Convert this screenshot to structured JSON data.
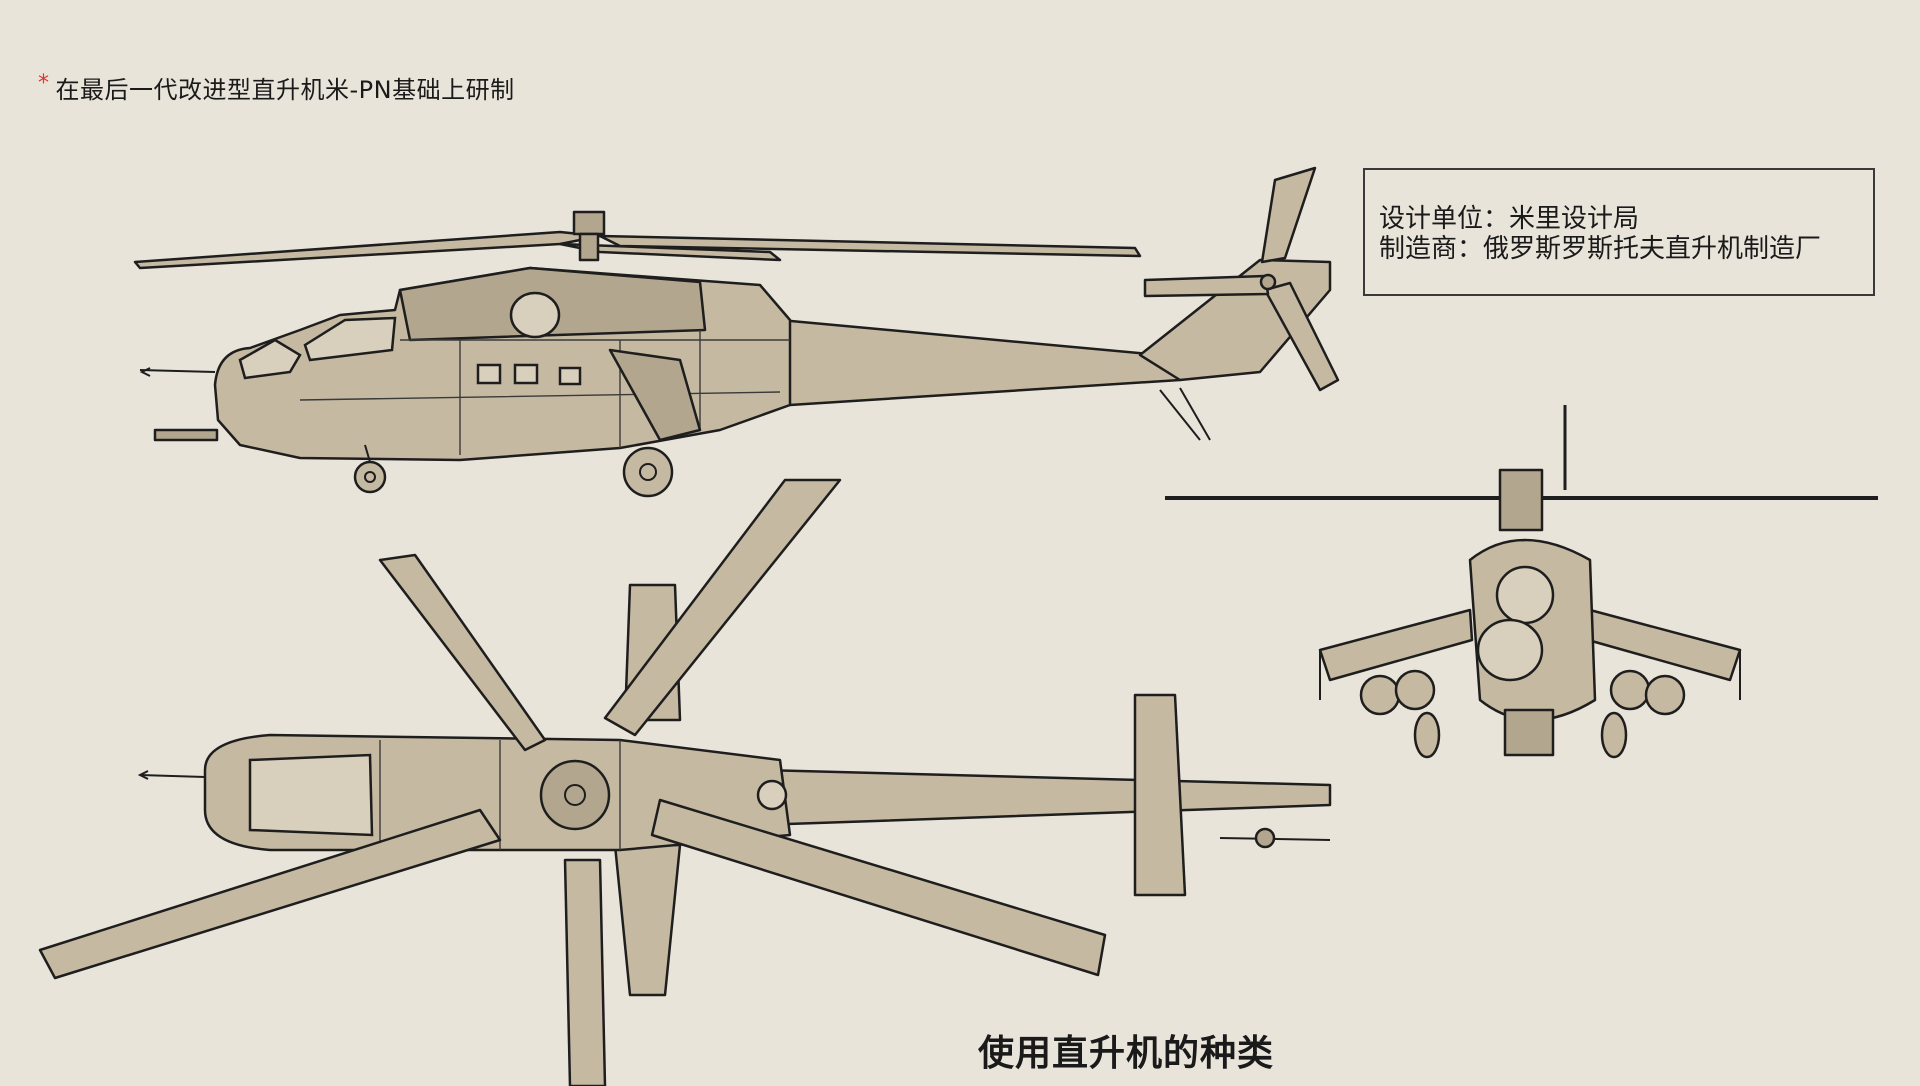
{
  "note": {
    "asterisk": "*",
    "text": "在最后一代改进型直升机米-PN基础上研制"
  },
  "info": {
    "designer": "设计单位：米里设计局",
    "manufacturer": "制造商：俄罗斯罗斯托夫直升机制造厂"
  },
  "bottom_title": "使用直升机的种类",
  "colors": {
    "background": "#e9e4da",
    "fuselage_fill": "#c5b9a2",
    "outline": "#1e1e1e",
    "asterisk": "#d9382f"
  }
}
